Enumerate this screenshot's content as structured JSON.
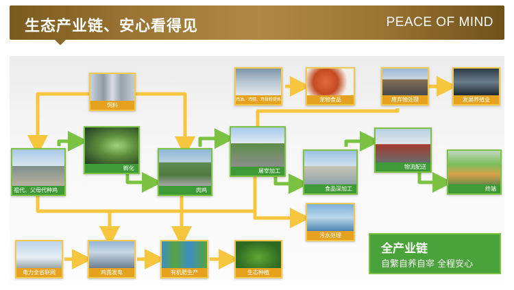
{
  "header": {
    "title": "生态产业链、安心看得见",
    "subtitle": "PEACE OF MIND"
  },
  "nodes": {
    "feed": "饲料",
    "breeder": "祖代、父母代种鸡",
    "hatch": "孵化",
    "broiler": "肉鸡",
    "slaughter": "屠宰加工",
    "byproducts": "鸡油、鸡精、鸡骨粉提炼",
    "pet_food": "宠物食品",
    "waste": "废弃物处理",
    "aquaculture": "发展养殖业",
    "deep_processing": "食品深加工",
    "logistics": "物流配送",
    "terminal": "终端",
    "sewage": "污水处理",
    "grid": "电力全省联网",
    "manure_power": "鸡粪发电",
    "fertilizer": "有机肥生产",
    "eco_planting": "生态种植"
  },
  "summary": {
    "title": "全产业链",
    "subtitle": "自繁自养自宰 全程安心"
  },
  "colors": {
    "header": "#9a7433",
    "yellow_arrow": "#f6c63e",
    "green_arrow": "#7cc242",
    "summary_bg": "#4aa23a"
  }
}
